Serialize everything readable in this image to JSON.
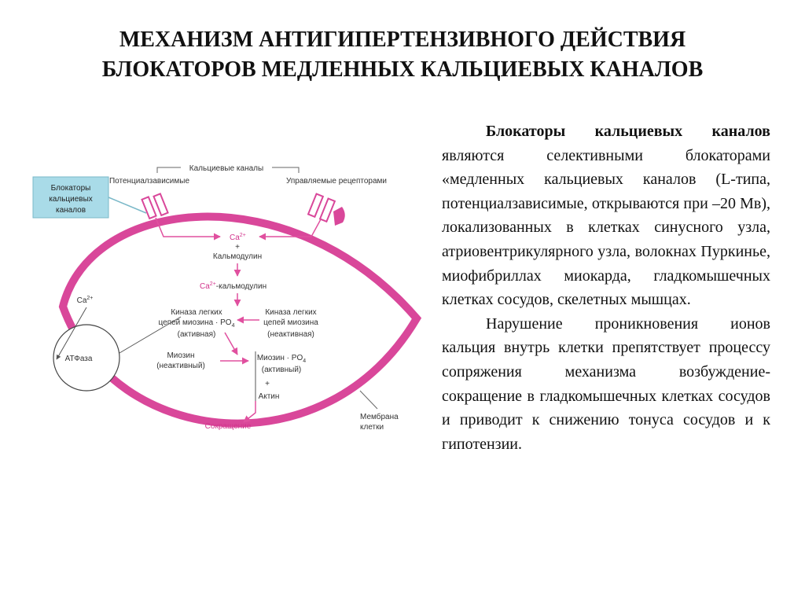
{
  "title": {
    "line1": "МЕХАНИЗМ АНТИГИПЕРТЕНЗИВНОГО ДЕЙСТВИЯ",
    "line2": "БЛОКАТОРОВ МЕДЛЕННЫХ КАЛЬЦИЕВЫХ КАНАЛОВ"
  },
  "diagram": {
    "channels_header": "Кальциевые каналы",
    "voltage_gated": "Потенциалзависимые",
    "receptor_operated": "Управляемые рецепторами",
    "blockers_box": [
      "Блокаторы",
      "кальциевых",
      "каналов"
    ],
    "ca": "Ca",
    "ca_superscript": "2+",
    "plus": "+",
    "calmodulin": "Кальмодулин",
    "ca_calmodulin": "-кальмодулин",
    "kinase_active": [
      "Киназа легких",
      "цепей миозина · PO",
      "(активная)"
    ],
    "kinase_inactive": [
      "Киназа легких",
      "цепей миозина",
      "(неактивная)"
    ],
    "po4_sub": "4",
    "myosin_inactive": [
      "Миозин",
      "(неактивный)"
    ],
    "myosin_po4": [
      "Миозин · PO",
      "(активный)"
    ],
    "actin": "Актин",
    "contraction": "Сокращение",
    "atpase": "АТФаза",
    "membrane": [
      "Мембрана",
      "клетки"
    ],
    "colors": {
      "membrane": "#d9479a",
      "arrows": "#e0509f",
      "blocker_box": "#a9dbe8"
    }
  },
  "body": {
    "paragraph1_bold": "Блокаторы кальциевых каналов",
    "paragraph1_rest": " являются селективными блокаторами «медленных кальциевых каналов (L-типа, потенциалзависимые, открываются при –20 Мв), локализованных в клетках синусного узла, атриовентрикулярного узла, волокнах Пуркинье, миофибриллах миокарда, гладкомышечных клетках сосудов, скелетных мышцах.",
    "paragraph2": "Нарушение проникновения ионов кальция внутрь клетки препятствует процессу сопряжения механизма возбуждение-сокращение в гладкомышечных клетках сосудов и приводит к снижению тонуса сосудов и к гипотензии."
  }
}
